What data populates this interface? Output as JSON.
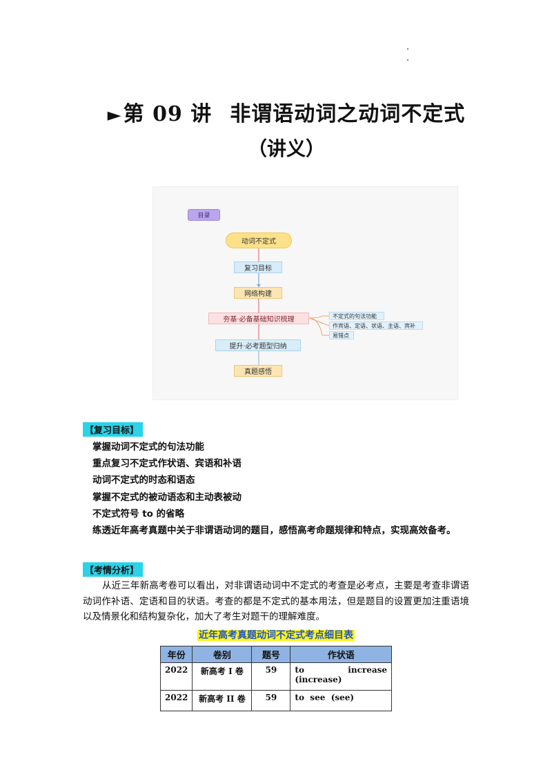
{
  "title": {
    "arrow": "►",
    "main": "第 09 讲",
    "topic": "非谓语动词之动词不定式",
    "subtitle": "（讲义）"
  },
  "mindmap": {
    "tag": "目录",
    "root": "动词不定式",
    "steps": [
      "复习目标",
      "网络构建",
      "夯基·必备基础知识梳理",
      "提升·必考题型归纳",
      "真题感悟"
    ],
    "branches": [
      "不定式的句法功能",
      "作宾语、定语、状语、主语、宾补",
      "易错点"
    ],
    "colors": {
      "tag": "#b9a6ec",
      "root": "#fde18a",
      "accent_line": "#e8737b"
    }
  },
  "sections": {
    "review_goals_header": "【复习目标】",
    "exam_analysis_header": "【考情分析】"
  },
  "goals": [
    "掌握动词不定式的句法功能",
    "重点复习不定式作状语、宾语和补语",
    "动词不定式的时态和语态",
    "掌握不定式的被动语态和主动表被动",
    "不定式符号 to 的省略",
    "练透近年高考真题中关于非谓语动词的题目，感悟高考命题规律和特点，实现高效备考。"
  ],
  "analysis_text": "从近三年新高考卷可以看出，对非谓语动词中不定式的考查是必考点，主要是考查非谓语动词作补语、定语和目的状语。考查的都是不定式的基本用法，但是题目的设置更加注重语境以及情景化和结构复杂化，加大了考生对题干的理解难度。",
  "table": {
    "caption": "近年高考真题动词不定式考点细目表",
    "headers": [
      "年份",
      "卷别",
      "题号",
      "作状语"
    ],
    "rows": [
      {
        "year": "2022",
        "paper": "新高考 I 卷",
        "number": "59",
        "adv_a": "to",
        "adv_b": "increase",
        "adv_c": "(increase)"
      },
      {
        "year": "2022",
        "paper": "新高考 II 卷",
        "number": "59",
        "adv_a": "to  see  (see)",
        "adv_b": "",
        "adv_c": ""
      }
    ],
    "colors": {
      "header_bg": "#8fb4e3",
      "caption_bg": "#fff31a",
      "caption_text": "#2156c9"
    }
  }
}
